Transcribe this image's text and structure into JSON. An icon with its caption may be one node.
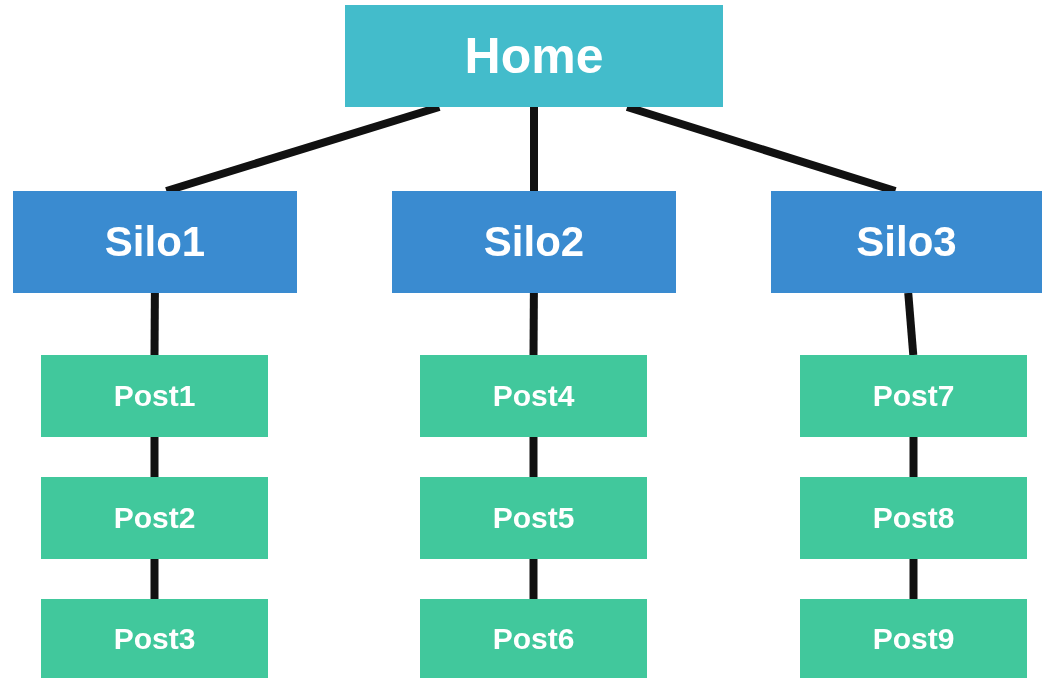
{
  "diagram": {
    "nodes": [
      {
        "text": [
          "Home"
        ]
      },
      {
        "text": [
          "Silo1"
        ]
      },
      {
        "text": [
          "Silo2"
        ]
      },
      {
        "text": [
          "Silo3"
        ]
      },
      {
        "text": [
          "Post1"
        ]
      },
      {
        "text": [
          "Post2"
        ]
      },
      {
        "text": [
          "Post3"
        ]
      },
      {
        "text": [
          "Post4"
        ]
      },
      {
        "text": [
          "Post5"
        ]
      },
      {
        "text": [
          "Post6"
        ]
      },
      {
        "text": [
          "Post7"
        ]
      },
      {
        "text": [
          "Post8"
        ]
      },
      {
        "text": [
          "Post9"
        ]
      }
    ],
    "edges": [
      {
        "from": 0,
        "to": 1,
        "arrow": "none"
      },
      {
        "from": 0,
        "to": 2,
        "arrow": "none"
      },
      {
        "from": 0,
        "to": 3,
        "arrow": "none"
      },
      {
        "from": 1,
        "to": 4,
        "arrow": "none"
      },
      {
        "from": 4,
        "to": 5,
        "arrow": "none"
      },
      {
        "from": 5,
        "to": 6,
        "arrow": "none"
      },
      {
        "from": 2,
        "to": 7,
        "arrow": "none"
      },
      {
        "from": 7,
        "to": 8,
        "arrow": "none"
      },
      {
        "from": 8,
        "to": 9,
        "arrow": "none"
      },
      {
        "from": 3,
        "to": 10,
        "arrow": "none"
      },
      {
        "from": 10,
        "to": 11,
        "arrow": "none"
      },
      {
        "from": 11,
        "to": 12,
        "arrow": "none"
      }
    ]
  }
}
